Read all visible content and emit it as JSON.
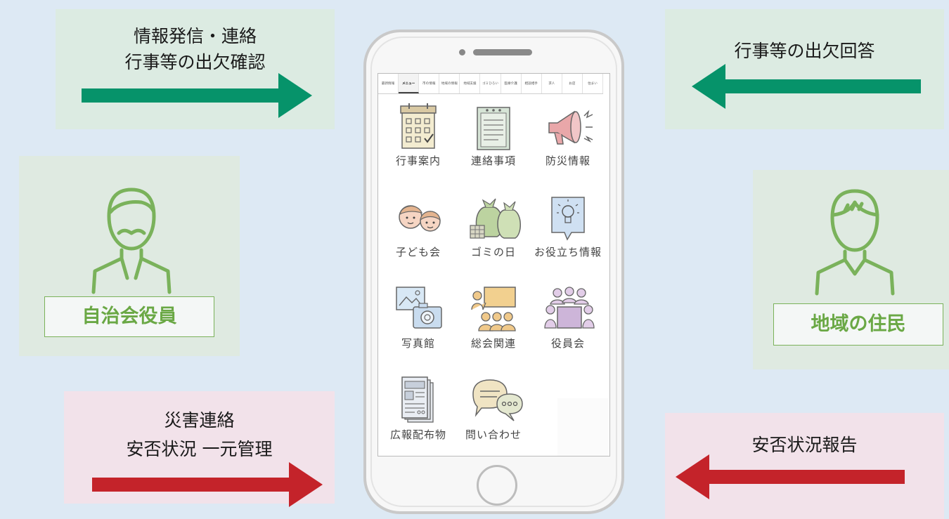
{
  "left_top_panel": {
    "line1": "情報発信・連絡",
    "line2": "行事等の出欠確認"
  },
  "right_top_panel": {
    "line1": "行事等の出欠回答"
  },
  "left_bottom_panel": {
    "line1": "災害連絡",
    "line2": "安否状況 一元管理"
  },
  "right_bottom_panel": {
    "line1": "安否状況報告"
  },
  "left_person": {
    "label": "自治会役員"
  },
  "right_person": {
    "label": "地域の住民"
  },
  "colors": {
    "green_arrow": "#06936a",
    "red_arrow": "#c4232a",
    "person_line": "#7ab25b"
  },
  "phone": {
    "tabs": [
      "最新情報",
      "メニュー",
      "市の情報",
      "地域の情報",
      "地域支援",
      "ゴミひろい",
      "医療介護",
      "相談相手",
      "求人",
      "お店",
      "住まい"
    ],
    "active_tab": "メニュー",
    "menu": [
      {
        "label": "行事案内",
        "icon": "calendar-icon"
      },
      {
        "label": "連絡事項",
        "icon": "clipboard-icon"
      },
      {
        "label": "防災情報",
        "icon": "megaphone-icon"
      },
      {
        "label": "子ども会",
        "icon": "children-icon"
      },
      {
        "label": "ゴミの日",
        "icon": "garbage-bags-icon"
      },
      {
        "label": "お役立ち情報",
        "icon": "lightbulb-icon"
      },
      {
        "label": "写真館",
        "icon": "camera-icon"
      },
      {
        "label": "総会関連",
        "icon": "presentation-icon"
      },
      {
        "label": "役員会",
        "icon": "meeting-icon"
      },
      {
        "label": "広報配布物",
        "icon": "newsletter-icon"
      },
      {
        "label": "問い合わせ",
        "icon": "chat-bubbles-icon"
      }
    ]
  }
}
